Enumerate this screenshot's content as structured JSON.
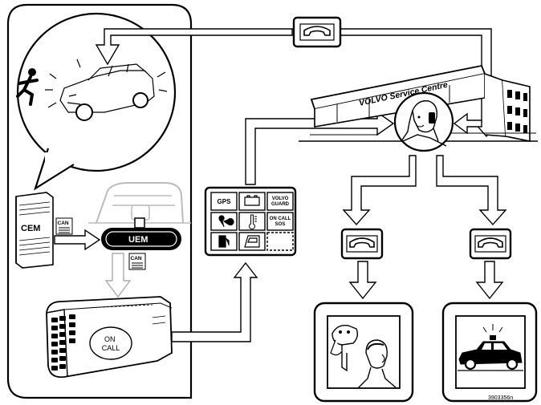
{
  "labels": {
    "cem": "CEM",
    "uem": "UEM",
    "can_a": "CAN",
    "can_b": "CAN",
    "on_call_device": "ON CALL",
    "service_centre": "VOLVO Service Centre",
    "figure_id": "3903356n"
  },
  "display_panel": {
    "cells": [
      {
        "name": "gps",
        "text": "GPS"
      },
      {
        "name": "battery",
        "text": ""
      },
      {
        "name": "volvo-guard",
        "text": "VOLVO GUARD"
      },
      {
        "name": "airbag",
        "text": ""
      },
      {
        "name": "thermometer",
        "text": ""
      },
      {
        "name": "on-call-sos",
        "text": "ON CALL SOS"
      },
      {
        "name": "fuel",
        "text": ""
      },
      {
        "name": "car-door",
        "text": ""
      },
      {
        "name": "empty",
        "text": ""
      }
    ]
  },
  "colors": {
    "stroke": "#000000",
    "background": "#ffffff",
    "accent_gray": "#c8c8c8"
  }
}
